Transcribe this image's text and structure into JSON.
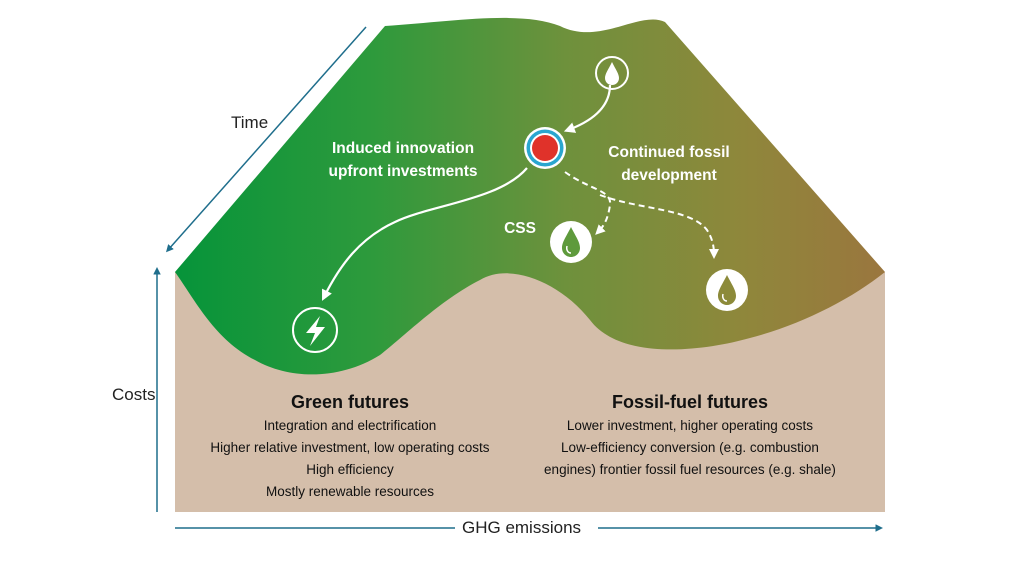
{
  "axes": {
    "time_label": "Time",
    "costs_label": "Costs",
    "emissions_label": "GHG emissions"
  },
  "landscape": {
    "left_label_lines": [
      "Induced innovation",
      "upfront investments"
    ],
    "right_label_lines": [
      "Continued fossil",
      "development"
    ],
    "css_label": "CSS"
  },
  "green_futures": {
    "title": "Green futures",
    "lines": [
      "Integration and electrification",
      "Higher relative investment, low operating costs",
      "High efficiency",
      "Mostly renewable resources"
    ]
  },
  "fossil_futures": {
    "title": "Fossil-fuel futures",
    "lines": [
      "Lower investment, higher operating costs",
      "Low-efficiency conversion (e.g. combustion",
      "engines) frontier fossil fuel resources (e.g. shale)"
    ]
  },
  "colors": {
    "green": "#0c9a3f",
    "olive": "#7b913a",
    "brown": "#9a7a3c",
    "ground": "#d4beaa",
    "axis_blue": "#1f6e8c",
    "ball_red": "#e0322a",
    "ball_ring": "#2aa6cf"
  },
  "icons": [
    "lightning-icon",
    "oil-drop-icon",
    "oil-drop-icon",
    "oil-drop-icon",
    "oil-drop-icon"
  ]
}
